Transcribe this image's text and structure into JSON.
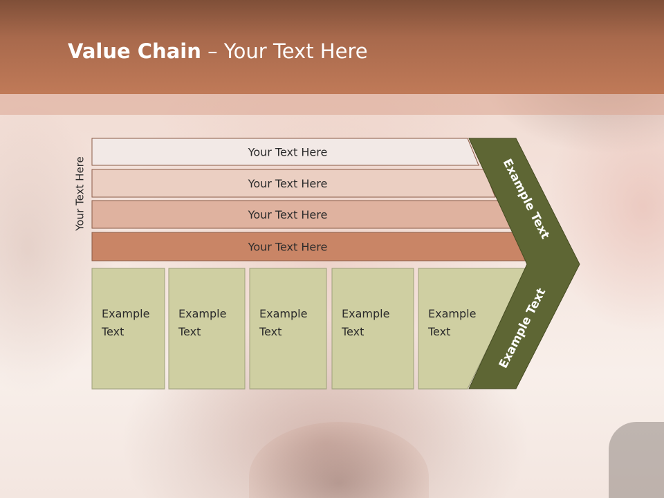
{
  "slide": {
    "title_bold": "Value Chain",
    "title_rest": " – Your Text Here",
    "vertical_label": "Your Text Here"
  },
  "bars": [
    {
      "label": "Your Text Here",
      "color": "#f2e9e6"
    },
    {
      "label": "Your Text Here",
      "color": "#ebcfc2"
    },
    {
      "label": "Your Text Here",
      "color": "#dfb29f"
    },
    {
      "label": "Your Text Here",
      "color": "#c98566"
    }
  ],
  "columns": [
    {
      "line1": "Example",
      "line2": "Text"
    },
    {
      "line1": "Example",
      "line2": "Text"
    },
    {
      "line1": "Example",
      "line2": "Text"
    },
    {
      "line1": "Example",
      "line2": "Text"
    },
    {
      "line1": "Example",
      "line2": "Text"
    }
  ],
  "chevron": {
    "upper_label": "Example Text",
    "lower_label": "Example Text",
    "color": "#5e6634"
  },
  "colors": {
    "header": "#b0714f",
    "column_fill": "#cfcfa2",
    "column_stroke": "#9ea07a",
    "bar_stroke": "#8a5a45"
  }
}
